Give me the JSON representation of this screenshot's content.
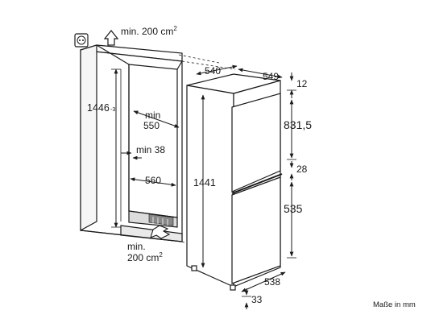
{
  "labels": {
    "vent_top_prefix": "min. 200 cm",
    "vent_top_sup": "2",
    "niche_height": "1446",
    "niche_height_tol": "-3",
    "niche_depth_min_1": "min",
    "niche_depth_min_2": "550",
    "wall_min": "min 38",
    "niche_width": "560",
    "vent_bottom_1": "min.",
    "vent_bottom_2": "200 cm",
    "vent_bottom_sup": "2",
    "appliance_depth": "540",
    "appliance_width": "549",
    "top_gap": "12",
    "fridge_door": "831,5",
    "appliance_height": "1441",
    "door_gap": "28",
    "freezer_door": "535",
    "door_depth": "538",
    "bottom_offset": "33",
    "units_note": "Maße in mm"
  },
  "icons": {
    "socket": "power-socket-icon",
    "vent_arrow_up": "arrow-up-outline-icon",
    "vent_arrow_bottom": "arrow-right-outline-icon"
  }
}
